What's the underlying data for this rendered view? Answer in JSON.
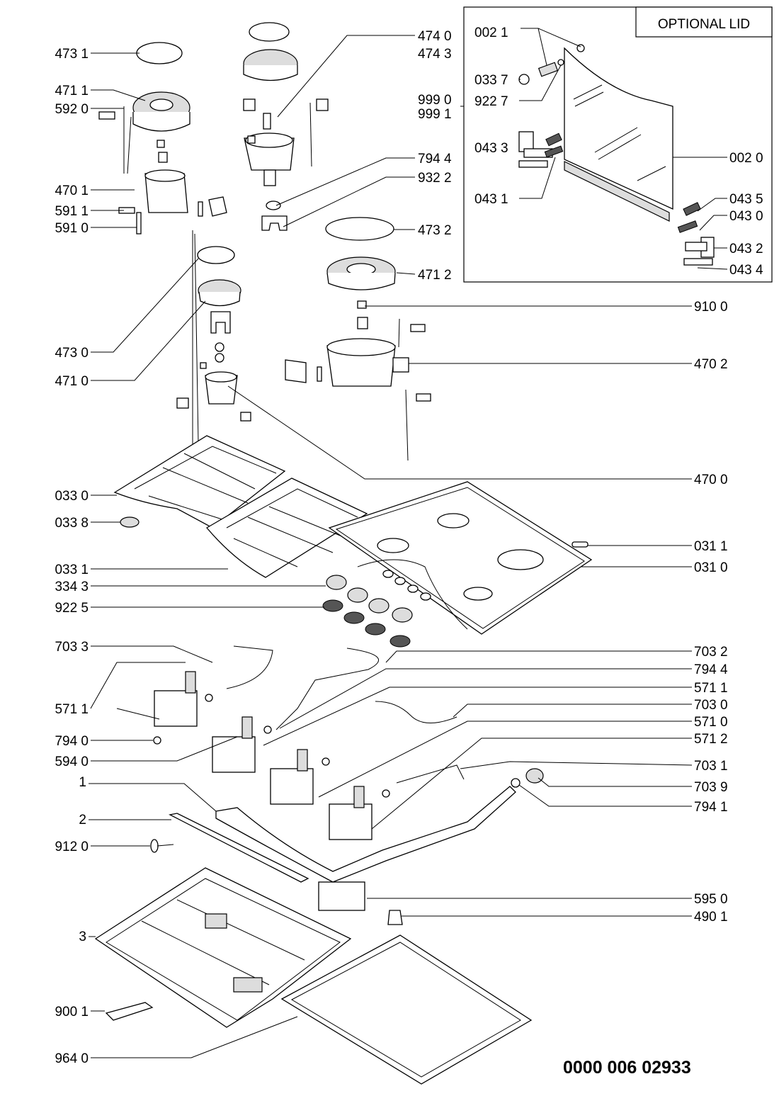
{
  "diagram": {
    "lid_title": "OPTIONAL LID",
    "part_number": "0000 006 02933",
    "callouts": [
      "473 1",
      "471 1",
      "592 0",
      "470 1",
      "591 1",
      "591 0",
      "473 0",
      "471 0",
      "033 0",
      "033 8",
      "033 1",
      "334 3",
      "922 5",
      "703 3",
      "571 1",
      "794 0",
      "594 0",
      "1",
      "2",
      "912 0",
      "3",
      "900 1",
      "964 0",
      "474 0",
      "474 3",
      "999 0",
      "999 1",
      "794 4",
      "932 2",
      "473 2",
      "471 2",
      "910 0",
      "470 2",
      "470 0",
      "031 1",
      "031 0",
      "703 2",
      "794 4",
      "571 1",
      "703 0",
      "571 0",
      "571 2",
      "703 1",
      "703 9",
      "794 1",
      "595 0",
      "490 1",
      "002 1",
      "033 7",
      "922 7",
      "043 3",
      "043 1",
      "002 0",
      "043 5",
      "043 0",
      "043 2",
      "043 4"
    ]
  }
}
